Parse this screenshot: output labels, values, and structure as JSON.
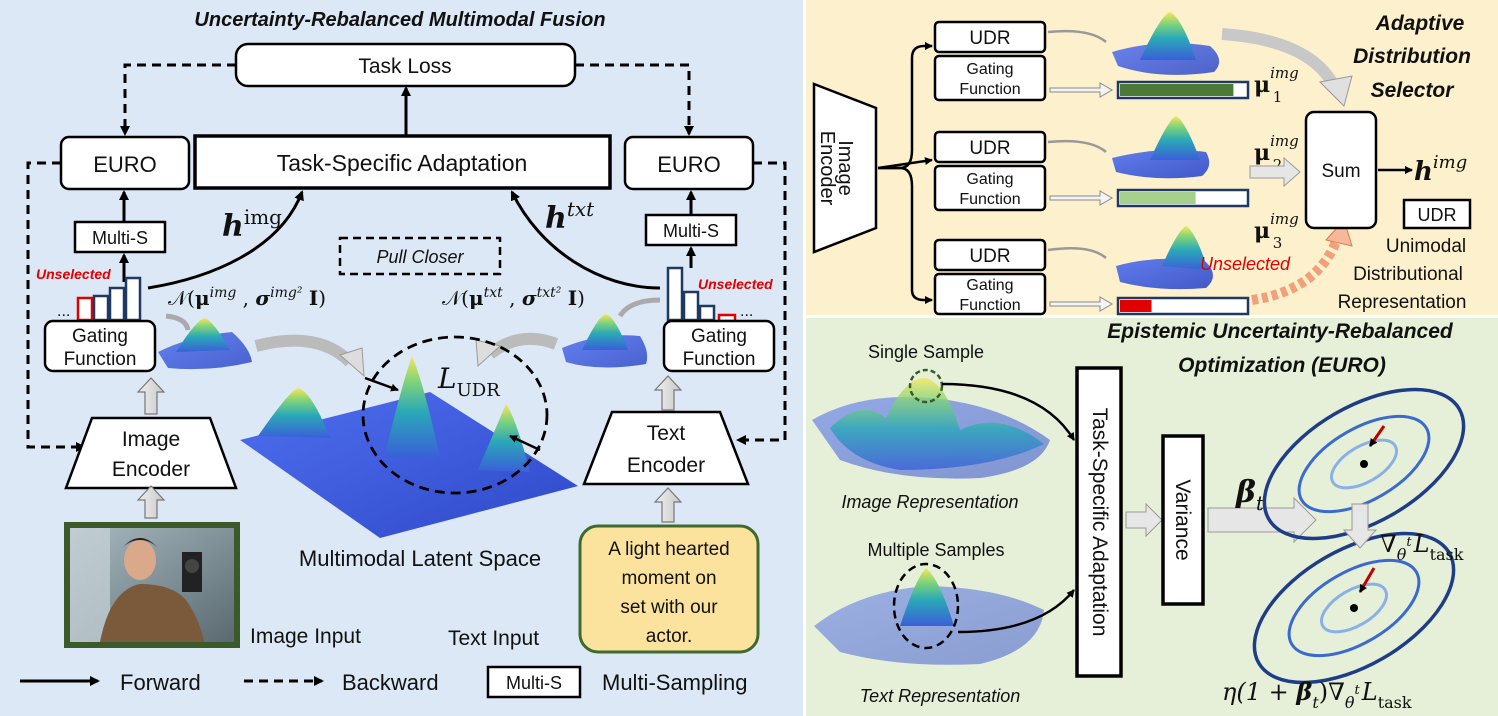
{
  "colors": {
    "left_panel_bg": "#dce8f5",
    "top_right_bg": "#fdf0cc",
    "bottom_right_bg": "#e6f0d8",
    "unselected": "#e00000",
    "gate_dark_green": "#4a7a35",
    "gate_light_green": "#a8d08d"
  },
  "left": {
    "title": "Uncertainty-Rebalanced Multimodal Fusion",
    "task_loss": "Task Loss",
    "task_specific_adaptation": "Task-Specific Adaptation",
    "euro_left": "EURO",
    "euro_right": "EURO",
    "multi_s_left": "Multi-S",
    "multi_s_right": "Multi-S",
    "h_img": "h",
    "h_img_sup": "img",
    "h_txt": "h",
    "h_txt_sup": "txt",
    "pull_closer": "Pull Closer",
    "unselected_left": "Unselected",
    "unselected_right": "Unselected",
    "dots_left": "...",
    "dots_right": "...",
    "gating_left": [
      "Gating",
      "Function"
    ],
    "gating_right": [
      "Gating",
      "Function"
    ],
    "normal_img": "𝒩(μ^img , σ^img² I)",
    "normal_txt": "𝒩(μ^txt , σ^txt² I)",
    "l_udr": "L",
    "l_udr_sub": "UDR",
    "image_encoder": [
      "Image",
      "Encoder"
    ],
    "text_encoder": [
      "Text",
      "Encoder"
    ],
    "latent_space": "Multimodal Latent Space",
    "image_input": "Image Input",
    "text_input": "Text Input",
    "text_sample": [
      "A light hearted",
      "moment on",
      "set with our",
      "actor."
    ],
    "legend": {
      "forward": "Forward",
      "backward": "Backward",
      "multi_s": "Multi-S",
      "multi_sampling": "Multi-Sampling"
    }
  },
  "top_right": {
    "title": [
      "Adaptive",
      "Distribution",
      "Selector"
    ],
    "image_encoder": [
      "Image",
      "Encoder"
    ],
    "udr": "UDR",
    "gating": [
      "Gating",
      "Function"
    ],
    "mu1": "μ",
    "mu1_sup": "img",
    "mu1_sub": "1",
    "mu2": "μ",
    "mu2_sup": "img",
    "mu2_sub": "2",
    "mu3": "μ",
    "mu3_sup": "img",
    "mu3_sub": "3",
    "gate_levels": [
      0.9,
      0.6,
      0.25
    ],
    "sum": "Sum",
    "h": "h",
    "h_sup": "img",
    "udr_legend_box": "UDR",
    "udr_legend_text": [
      "Unimodal",
      "Distributional",
      "Representation"
    ],
    "unselected": "Unselected"
  },
  "bottom_right": {
    "title": [
      "Epistemic Uncertainty-Rebalanced",
      "Optimization (EURO)"
    ],
    "single_sample": "Single Sample",
    "multiple_samples": "Multiple Samples",
    "image_representation": "Image Representation",
    "text_representation": "Text Representation",
    "task_specific_adaptation": "Task-Specific Adaptation",
    "variance": "Variance",
    "beta": "β",
    "beta_sub": "t",
    "grad_label": "∇",
    "grad_sub": "θ",
    "grad_sup": "t",
    "grad_loss": "L",
    "grad_loss_sub": "task",
    "update_rule": "η(1 + β",
    "update_rule_sub": "t",
    "update_rule_end": ")∇"
  }
}
